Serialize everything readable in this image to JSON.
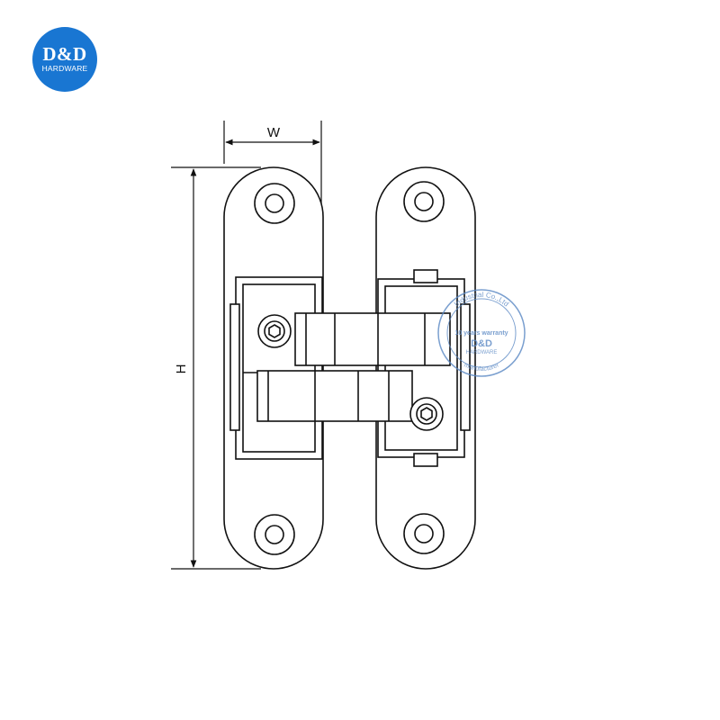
{
  "logo": {
    "brand": "D&D",
    "subtitle": "HARDWARE",
    "color": "#1976d2"
  },
  "dimensions": {
    "width_label": "W",
    "height_label": "H"
  },
  "watermark": {
    "arc_top": "Industrial Co.,Ltd",
    "warranty": "10 years warranty",
    "brand": "D&D",
    "subtitle": "HARDWARE",
    "arc_bottom": "manufacturer",
    "color": "#5a88c4"
  },
  "line_color": "#111111"
}
